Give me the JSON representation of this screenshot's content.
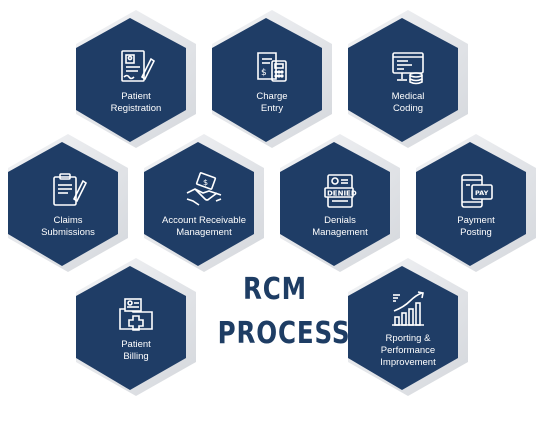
{
  "title": {
    "line1": "RCM",
    "line2": "PROCESS"
  },
  "colors": {
    "hex_fill": "#1f3d66",
    "hex_shadow": "#d9dce1",
    "title": "#1e3d64"
  },
  "steps": [
    {
      "label": "Patient\nRegistration",
      "icon": "registration-form-icon"
    },
    {
      "label": "Charge\nEntry",
      "icon": "calculator-receipt-icon"
    },
    {
      "label": "Medical\nCoding",
      "icon": "coding-monitor-icon"
    },
    {
      "label": "Claims\nSubmissions",
      "icon": "clipboard-pen-icon"
    },
    {
      "label": "Account Receivable\nManagement",
      "icon": "handshake-money-icon"
    },
    {
      "label": "Denials\nManagement",
      "icon": "denied-stamp-icon"
    },
    {
      "label": "Payment\nPosting",
      "icon": "mobile-pay-icon"
    },
    {
      "label": "Patient\nBilling",
      "icon": "medical-folder-icon"
    },
    {
      "label": "Rporting &\nPerformance\nImprovement",
      "icon": "growth-chart-icon"
    }
  ]
}
